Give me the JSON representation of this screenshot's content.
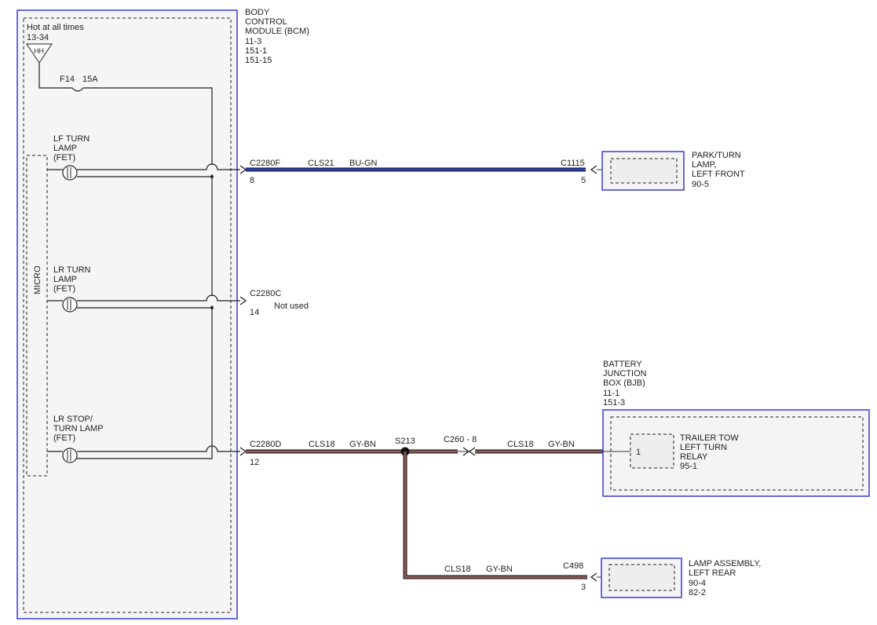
{
  "bcm": {
    "title_lines": [
      "BODY",
      "CONTROL",
      "MODULE (BCM)"
    ],
    "refs": [
      "11-3",
      "151-1",
      "151-15"
    ],
    "hot_label": "Hot at all times",
    "hot_ref": "13-34",
    "source_symbol": "HH",
    "fuse": {
      "name": "F14",
      "rating": "15A"
    },
    "micro_label": "MICRO",
    "outputs": [
      {
        "lines": [
          "LF TURN",
          "LAMP",
          "(FET)"
        ]
      },
      {
        "lines": [
          "LR TURN",
          "LAMP",
          "(FET)"
        ]
      },
      {
        "lines": [
          "LR STOP/",
          "TURN LAMP",
          "(FET)"
        ]
      }
    ]
  },
  "circuits": {
    "lf": {
      "connector": "C2280F",
      "pin": "8",
      "circuit": "CLS21",
      "color": "BU-GN",
      "far_connector": "C1115",
      "far_pin": "5",
      "wire_color": "#2a3fc0"
    },
    "lr": {
      "connector": "C2280C",
      "pin": "14",
      "note": "Not used"
    },
    "stop": {
      "connector": "C2280D",
      "pin": "12",
      "circuit": "CLS18",
      "color": "GY-BN",
      "splice": "S213",
      "inline_connector": "C260 - 8",
      "circuit2": "CLS18",
      "color2": "GY-BN",
      "rear_circuit": "CLS18",
      "rear_color": "GY-BN",
      "rear_connector": "C498",
      "rear_pin": "3",
      "wire_color": "#8a5a55"
    }
  },
  "components": {
    "park_turn": {
      "lines": [
        "PARK/TURN",
        "LAMP,",
        "LEFT FRONT"
      ],
      "ref": "90-5"
    },
    "bjb": {
      "title_lines": [
        "BATTERY",
        "JUNCTION",
        "BOX (BJB)"
      ],
      "refs": [
        "11-1",
        "151-3"
      ]
    },
    "relay": {
      "pin": "1",
      "lines": [
        "TRAILER TOW",
        "LEFT TURN",
        "RELAY"
      ],
      "ref": "95-1"
    },
    "rear_lamp": {
      "lines": [
        "LAMP ASSEMBLY,",
        "LEFT REAR"
      ],
      "refs": [
        "90-4",
        "82-2"
      ]
    }
  }
}
